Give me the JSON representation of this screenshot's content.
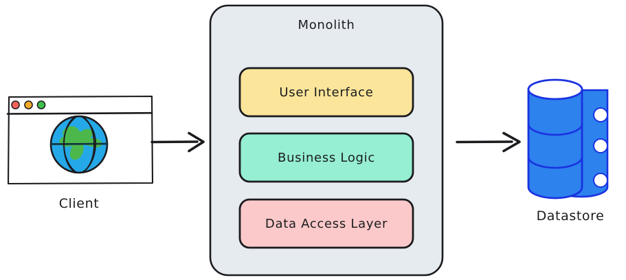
{
  "diagram": {
    "title": "Monolith architecture with client and datastore",
    "background_color": "#ffffff",
    "ink_color": "#1b1b1f"
  },
  "client": {
    "label": "Client",
    "icon": "browser-window-globe-icon",
    "window_chrome": {
      "dots": [
        {
          "name": "close-dot",
          "color": "#f2635a"
        },
        {
          "name": "minimize-dot",
          "color": "#f3a92a"
        },
        {
          "name": "maximize-dot",
          "color": "#3fbf4c"
        }
      ]
    },
    "globe": {
      "ocean_color": "#25a8e8",
      "land_color": "#4cb84c",
      "outline_color": "#1b1b1f"
    },
    "frame_color": "#1b1b1f",
    "frame_fill": "#ffffff"
  },
  "monolith": {
    "title": "Monolith",
    "fill": "#e6ebef",
    "border": "#1b1b1f",
    "layers": [
      {
        "label": "User Interface",
        "fill": "#fae59a",
        "border": "#1b1b1f"
      },
      {
        "label": "Business Logic",
        "fill": "#96efd2",
        "border": "#1b1b1f"
      },
      {
        "label": "Data Access Layer",
        "fill": "#fbc9c9",
        "border": "#1b1b1f"
      }
    ]
  },
  "datastore": {
    "label": "Datastore",
    "icon": "database-cylinder-icon",
    "fill": "#2d82ee",
    "stroke": "#1a32e0",
    "top_fill": "#ffffff",
    "indicator_color": "#ffffff",
    "indicator_count": 3,
    "band_count": 3
  },
  "arrows": [
    {
      "name": "client-to-monolith-arrow",
      "from": "Client",
      "to": "Monolith",
      "direction": "right",
      "color": "#1b1b1f"
    },
    {
      "name": "monolith-to-datastore-arrow",
      "from": "Monolith",
      "to": "Datastore",
      "direction": "right",
      "color": "#1b1b1f"
    }
  ]
}
